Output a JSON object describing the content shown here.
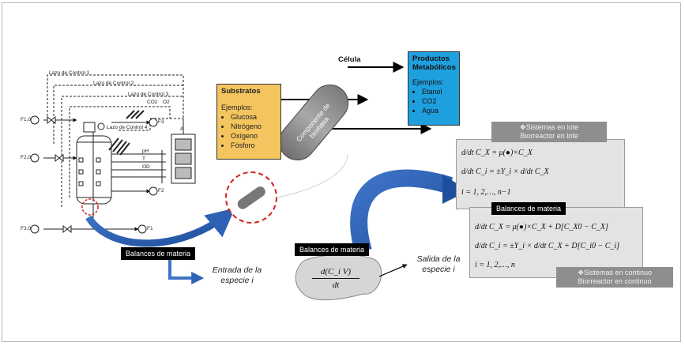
{
  "reactor": {
    "control_loops": [
      "Lazo de Control 1",
      "Lazo de Control 2",
      "Lazo de Control 3",
      "Lazo de Control 4"
    ],
    "gases": [
      "CO2",
      "O2"
    ],
    "streams": [
      "F1,0",
      "F2,0",
      "F3,0",
      "F1",
      "F2",
      "F3"
    ],
    "sensors": [
      "pH",
      "T",
      "OD"
    ],
    "panel_label": "A"
  },
  "cell": {
    "title": "Célula",
    "body": "Componente de biomasa"
  },
  "substratos": {
    "title": "Substratos",
    "subtitle": "Ejemplos:",
    "items": [
      "Glucosa",
      "Nitrógeno",
      "Oxígeno",
      "Fósforo"
    ]
  },
  "productos": {
    "title": "Productos Metabólicos",
    "subtitle": "Ejemplos:",
    "items": [
      "Etanol",
      "CO2",
      "Agua"
    ]
  },
  "tags": {
    "balance_left": "Balances de materia",
    "balance_mid": "Balances de materia",
    "balance_right": "Balances de materia"
  },
  "batch": {
    "label_line1": "❖Sistemas en lote",
    "label_line2": "Biorreactor en lote",
    "eq1": "d/dt C_X = μ(●)×C_X",
    "eq2": "d/dt C_i = ±Y_i × d/dt C_X",
    "eq3": "i = 1, 2,…, n−1"
  },
  "continuous": {
    "label_line1": "❖Sistemas en continuo",
    "label_line2": "Biorreactor en continuo",
    "eq1": "d/dt C_X = μ(●)×C_X + D[C_X0 − C_X]",
    "eq2": "d/dt C_i = ±Y_i × d/dt C_X + D[C_i0 − C_i]",
    "eq3": "i = 1, 2,…, n"
  },
  "flow": {
    "entrada": "Entrada de la especie i",
    "salida": "Salida de la especie i",
    "accum_num": "d(C_i V)",
    "accum_den": "dt"
  },
  "colors": {
    "substratos": "#f4c45f",
    "productos": "#1fa0de",
    "arrow_blue": "#2f62b5",
    "red_circle": "#d21f1f",
    "cell_grey": "#8c8c8c"
  }
}
